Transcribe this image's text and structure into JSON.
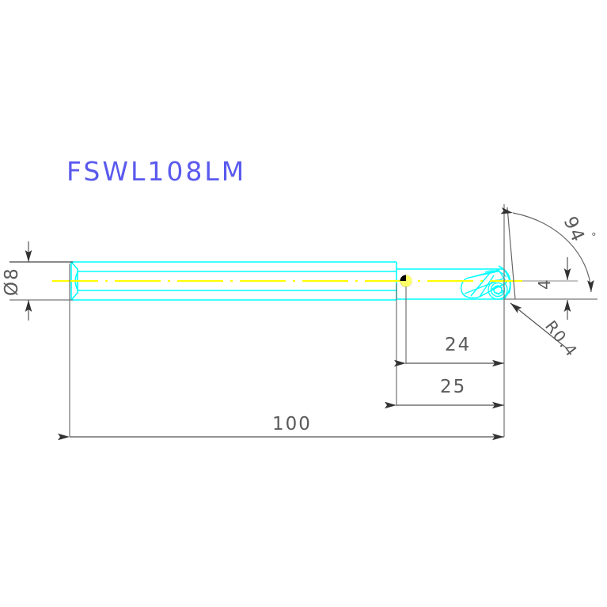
{
  "drawing": {
    "title": "FSWL108LM",
    "title_color": "#5a5aee",
    "background_color": "#ffffff",
    "part_outline_color": "#00ffff",
    "centerline_color": "#ffff00",
    "dimension_color": "#555555",
    "view": "side-view-boring-bar"
  },
  "dimensions": {
    "shank_diameter": "Ø8",
    "overall_length": "100",
    "head_length_25": "25",
    "head_length_24": "24",
    "cutting_edge_offset": "4",
    "lead_angle": "94",
    "lead_angle_unit": "°",
    "corner_radius": "R0.4"
  },
  "features": {
    "insert_screw": "torx-screw",
    "marker": "origin-marker",
    "shank": "cylindrical-shank",
    "head": "cutting-head"
  }
}
